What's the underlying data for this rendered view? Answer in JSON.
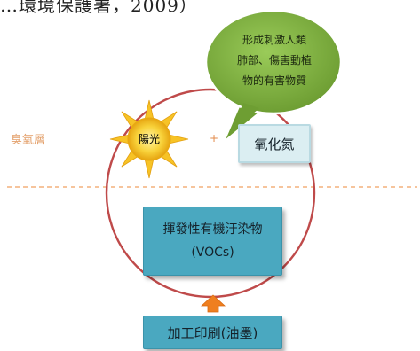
{
  "title": "…環境保護署，2009）",
  "ozone_layer_label": "臭氧層",
  "sun_label": "陽光",
  "plus_sign": "+",
  "bubble_lines": [
    "形成刺激人類",
    "肺部、傷害動植",
    "物的有害物質"
  ],
  "nox_label": "氧化氮",
  "voc_lines": [
    "揮發性有機汙染物",
    "(VOCs)"
  ],
  "source_label": "加工印刷(油墨)",
  "colors": {
    "cycle": "#bf4a4a",
    "divider": "#f0a160",
    "bubble": "#80b140",
    "sun": "#f7c326",
    "box": "#4aa8c0",
    "arrow": "#ef7f1f"
  }
}
